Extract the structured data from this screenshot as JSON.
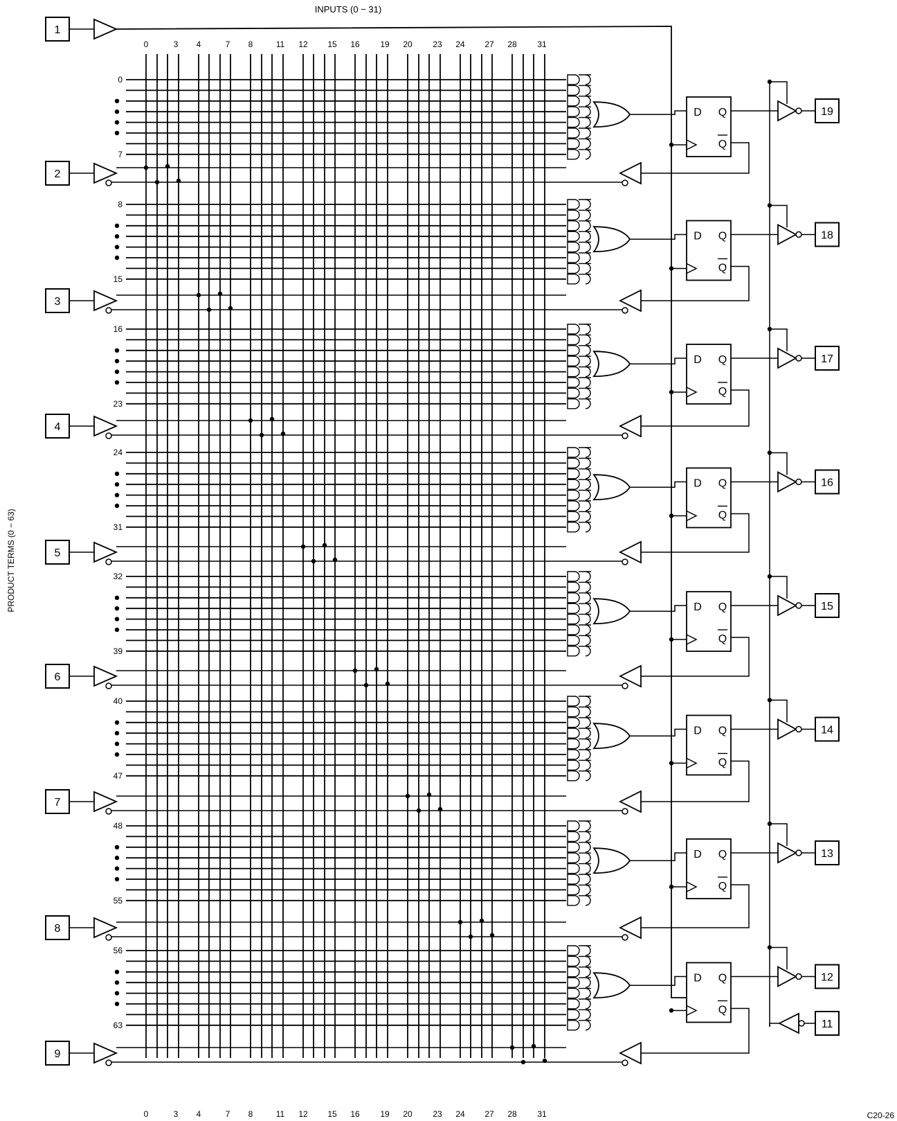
{
  "title": "INPUTS (0 − 31)",
  "side_label": "PRODUCT TERMS (0 − 63)",
  "figure_code": "C20-26",
  "input_pins": [
    "2",
    "3",
    "4",
    "5",
    "6",
    "7",
    "8",
    "9"
  ],
  "clock_pin": "1",
  "output_pins": [
    "19",
    "18",
    "17",
    "16",
    "15",
    "14",
    "13",
    "12"
  ],
  "oe_pin": "11",
  "column_labels": [
    "0",
    "3",
    "4",
    "7",
    "8",
    "11",
    "12",
    "15",
    "16",
    "19",
    "20",
    "23",
    "24",
    "27",
    "28",
    "31"
  ],
  "row_labels": [
    {
      "first": "0",
      "last": "7"
    },
    {
      "first": "8",
      "last": "15"
    },
    {
      "first": "16",
      "last": "23"
    },
    {
      "first": "24",
      "last": "31"
    },
    {
      "first": "32",
      "last": "39"
    },
    {
      "first": "40",
      "last": "47"
    },
    {
      "first": "48",
      "last": "55"
    },
    {
      "first": "56",
      "last": "63"
    }
  ],
  "flipflop": {
    "d_label": "D",
    "q_label": "Q",
    "qbar_label": "Q"
  }
}
